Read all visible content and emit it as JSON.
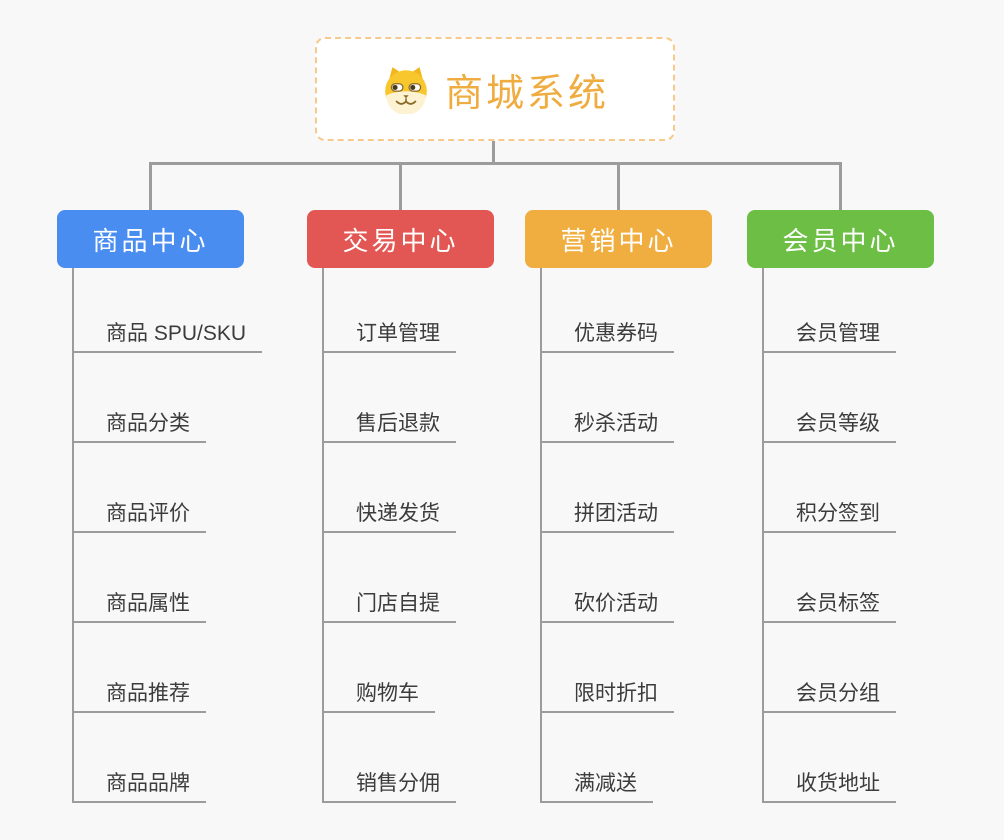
{
  "root": {
    "title": "商城系统",
    "icon": "dog-face-icon"
  },
  "branches": [
    {
      "label": "商品中心",
      "color": "#4A8DF0",
      "items": [
        "商品 SPU/SKU",
        "商品分类",
        "商品评价",
        "商品属性",
        "商品推荐",
        "商品品牌"
      ]
    },
    {
      "label": "交易中心",
      "color": "#E25754",
      "items": [
        "订单管理",
        "售后退款",
        "快递发货",
        "门店自提",
        "购物车",
        "销售分佣"
      ]
    },
    {
      "label": "营销中心",
      "color": "#EFAE3F",
      "items": [
        "优惠券码",
        "秒杀活动",
        "拼团活动",
        "砍价活动",
        "限时折扣",
        "满减送"
      ]
    },
    {
      "label": "会员中心",
      "color": "#6CBE44",
      "items": [
        "会员管理",
        "会员等级",
        "积分签到",
        "会员标签",
        "会员分组",
        "收货地址"
      ]
    }
  ],
  "colors": {
    "root_accent": "#EFAC41",
    "root_border": "#F7C98C",
    "connector_line": "#9C9C9C",
    "leaf_text": "#3C3C3C",
    "background": "#F8F8F8",
    "branch_text": "#FFFFFF"
  }
}
